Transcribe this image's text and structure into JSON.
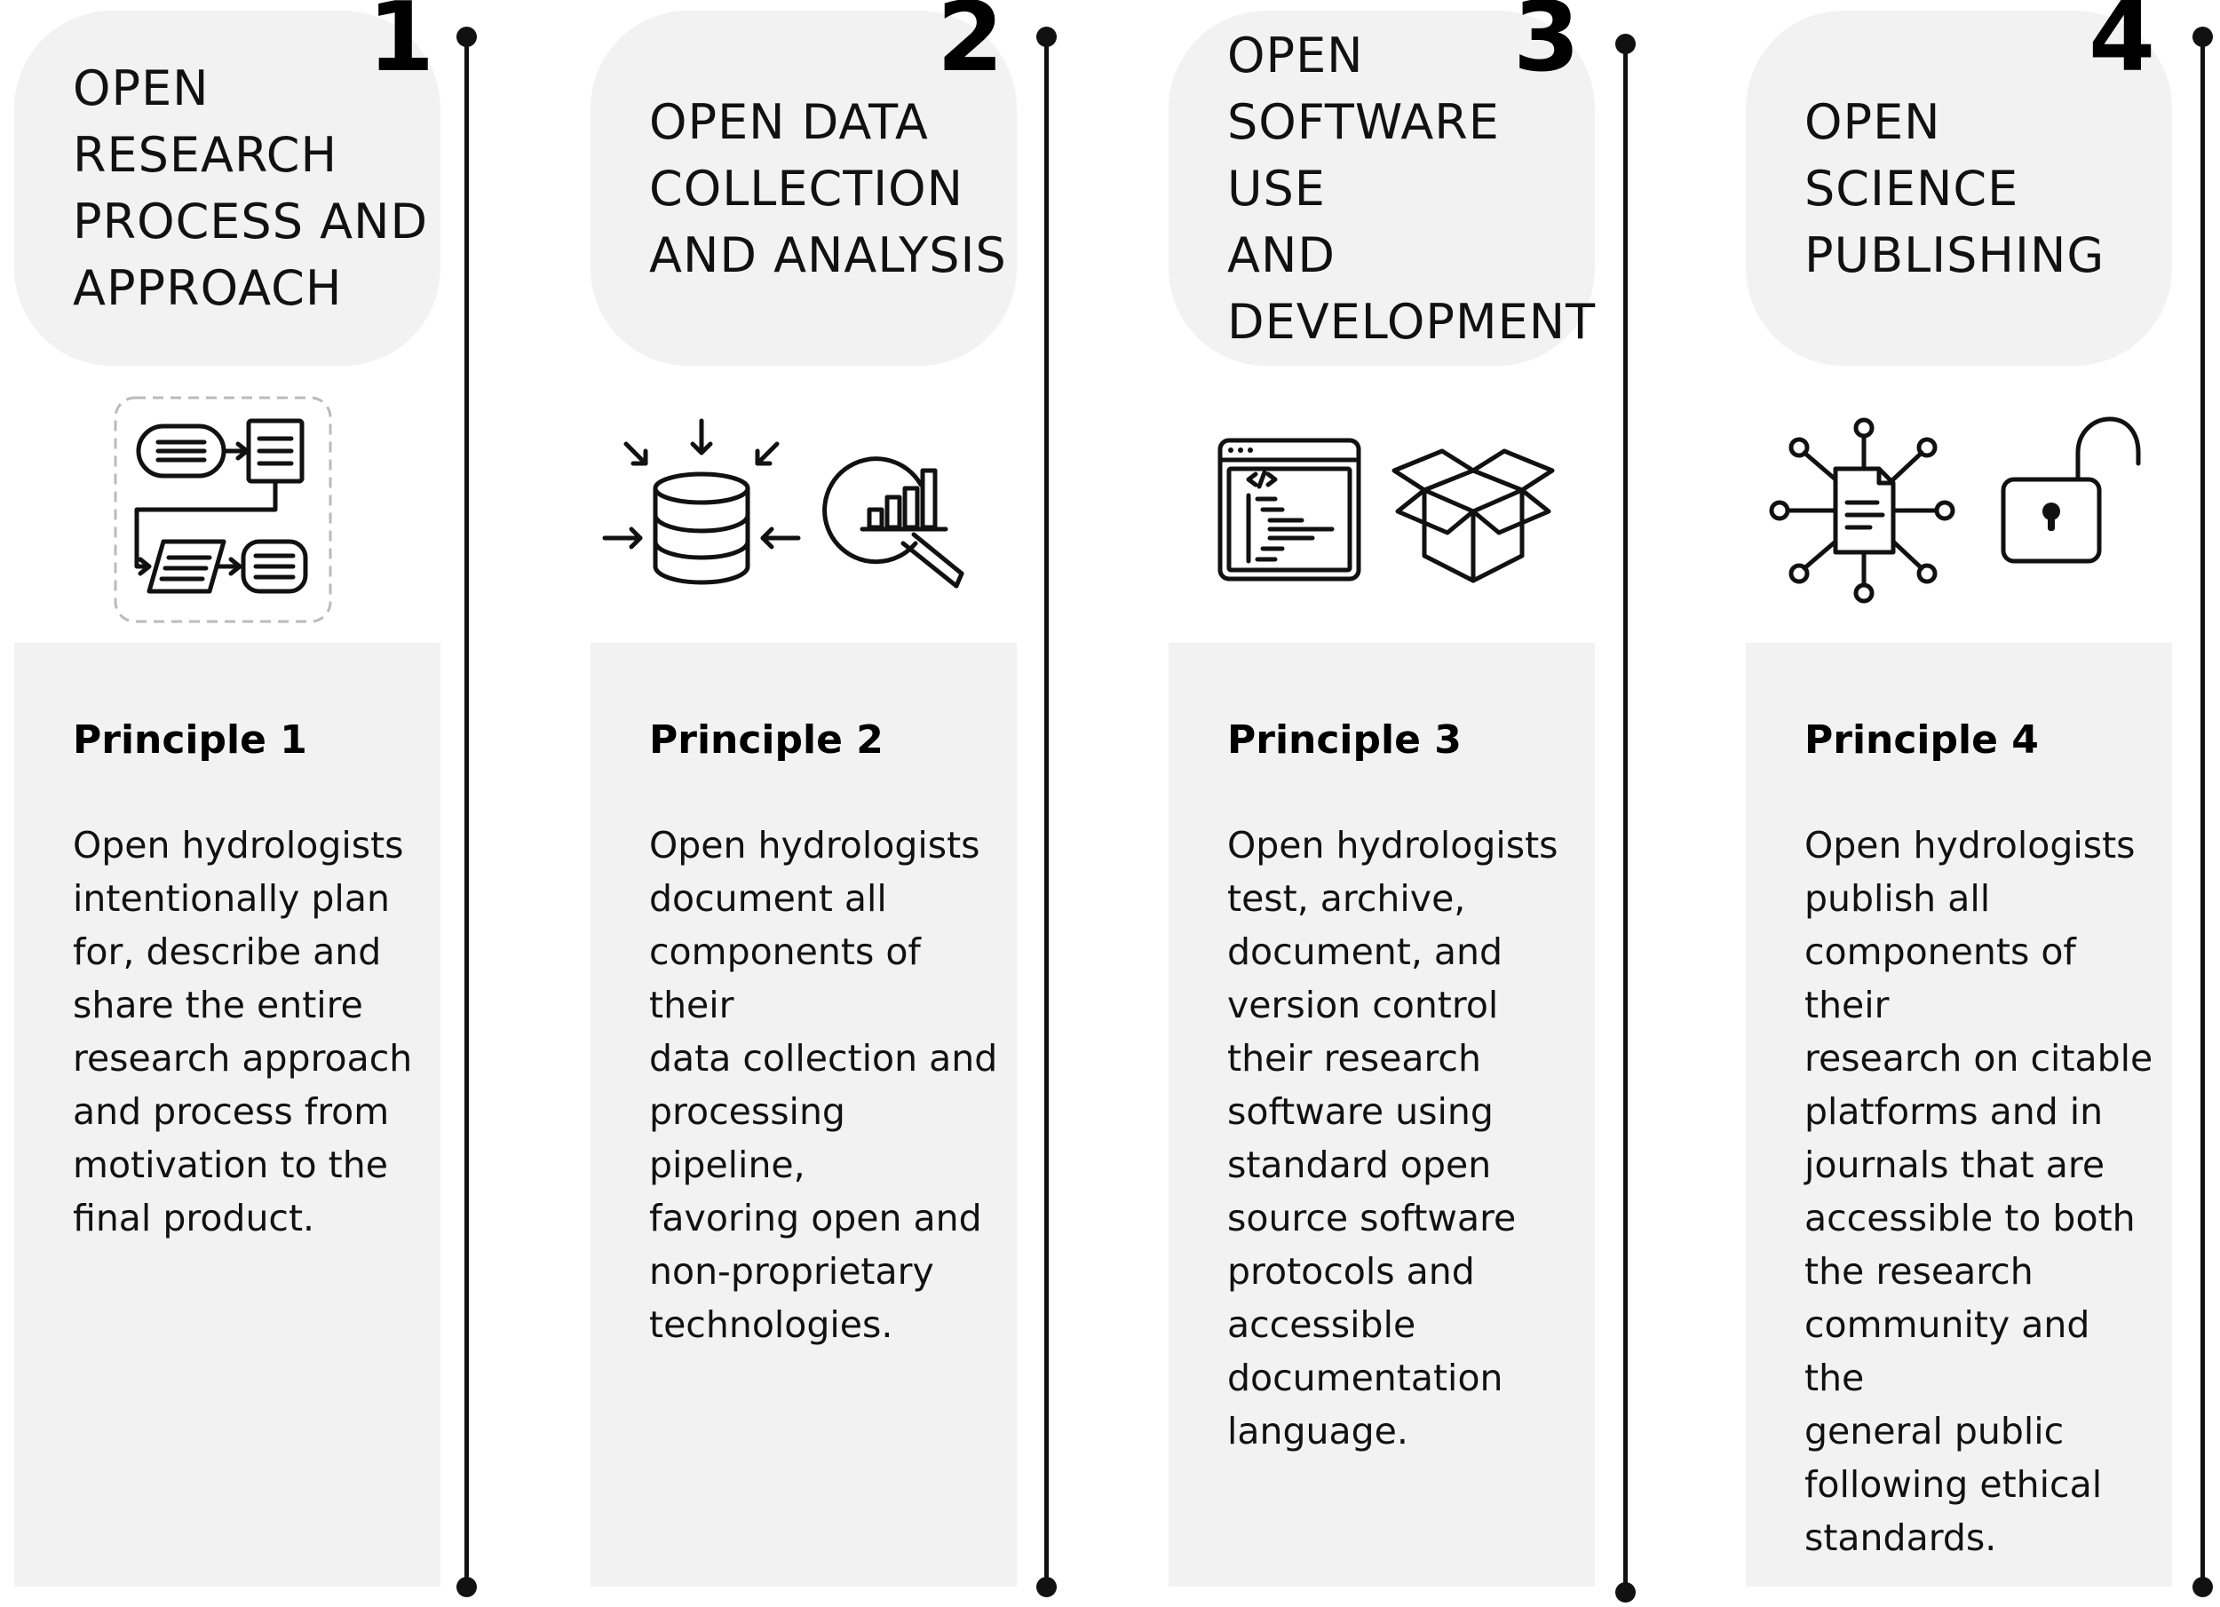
{
  "theme": {
    "panel_color": "#f2f2f2",
    "ink_color": "#111111",
    "dashed_frame_color": "#bbbbbb"
  },
  "columns": [
    {
      "number": "1",
      "title": "OPEN\nRESEARCH\nPROCESS AND\nAPPROACH",
      "icons": [
        "workflow-diagram-icon"
      ],
      "principle_label": "Principle 1",
      "principle_text": "Open hydrologists\nintentionally plan\nfor, describe and\nshare the entire\nresearch approach\nand process from\nmotivation to the\nfinal product."
    },
    {
      "number": "2",
      "title": "OPEN DATA\nCOLLECTION\nAND ANALYSIS",
      "icons": [
        "database-collect-icon",
        "magnifier-chart-icon"
      ],
      "principle_label": "Principle 2",
      "principle_text": "Open hydrologists\ndocument all\ncomponents of their\ndata collection and\nprocessing pipeline,\nfavoring open and\nnon-proprietary\ntechnologies."
    },
    {
      "number": "3",
      "title": "OPEN\nSOFTWARE USE\nAND\nDEVELOPMENT",
      "icons": [
        "code-window-icon",
        "open-box-icon"
      ],
      "principle_label": "Principle 3",
      "principle_text": "Open hydrologists\ntest, archive,\ndocument, and\nversion control\ntheir research\nsoftware using\nstandard open\nsource software\nprotocols and\naccessible\ndocumentation\nlanguage."
    },
    {
      "number": "4",
      "title": "OPEN\nSCIENCE\nPUBLISHING",
      "icons": [
        "document-network-icon",
        "unlocked-padlock-icon"
      ],
      "principle_label": "Principle 4",
      "principle_text": "Open hydrologists\npublish all\ncomponents of their\nresearch on citable\nplatforms and in\njournals that are\naccessible to both\nthe research\ncommunity and the\ngeneral public\nfollowing ethical\nstandards."
    }
  ]
}
